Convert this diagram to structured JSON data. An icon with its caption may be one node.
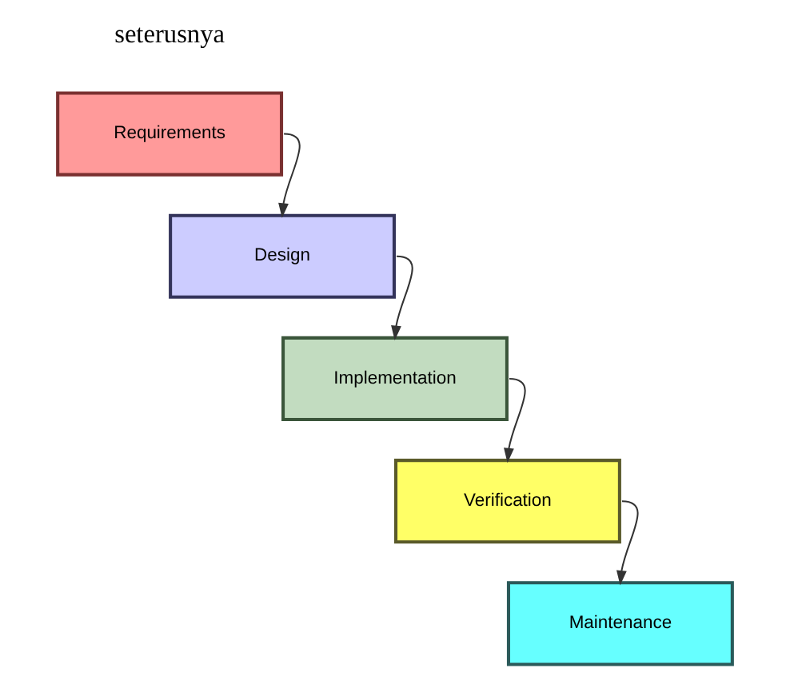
{
  "diagram": {
    "nodes": [
      {
        "text": [
          "Requirements"
        ]
      },
      {
        "text": [
          "Design"
        ]
      },
      {
        "text": [
          "Implementation"
        ]
      },
      {
        "text": [
          "Verification"
        ]
      },
      {
        "text": [
          "Maintenance"
        ]
      }
    ],
    "edges": [
      {
        "from": 0,
        "to": 1,
        "arrow": "to"
      },
      {
        "from": 1,
        "to": 2,
        "arrow": "to"
      },
      {
        "from": 2,
        "to": 3,
        "arrow": "to"
      },
      {
        "from": 3,
        "to": 4,
        "arrow": "to"
      }
    ],
    "labels": [
      "seterusnya"
    ]
  }
}
